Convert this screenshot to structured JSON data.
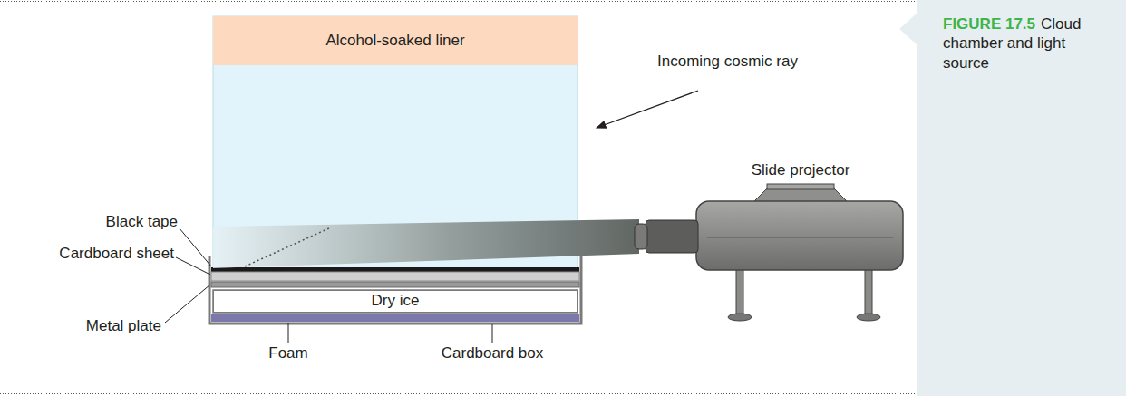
{
  "diagram": {
    "caption": "Cloud chamber and light source",
    "nodes": [
      {
        "text": [
          "Alcohol-soaked liner"
        ]
      },
      {
        "text": [
          "Dry ice"
        ]
      }
    ],
    "labels": [
      "Incoming cosmic ray",
      "Slide projector",
      "Black tape",
      "Cardboard sheet",
      "Metal plate",
      "Foam",
      "Cardboard box",
      "FIGURE 17.5"
    ]
  }
}
